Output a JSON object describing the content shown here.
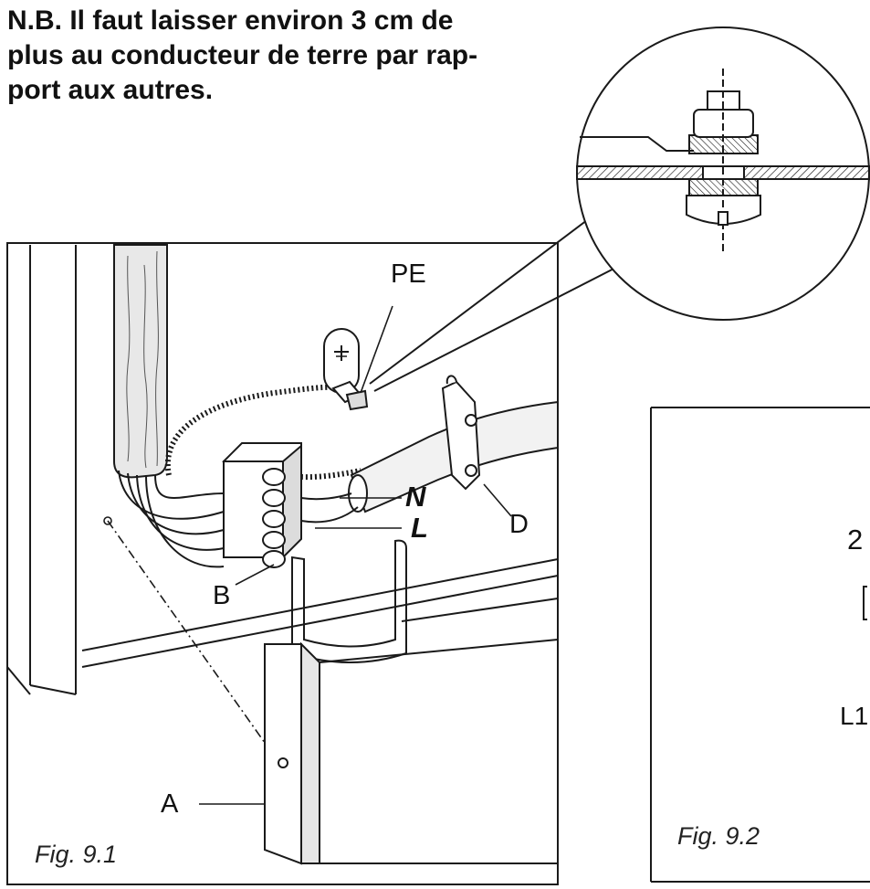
{
  "note": {
    "line1": "N.B. Il faut laisser environ 3 cm de",
    "line2": "plus au conducteur de terre par rap-",
    "line3": "port aux autres."
  },
  "labels": {
    "pe": "PE",
    "n": "N",
    "l": "L",
    "d": "D",
    "b": "B",
    "a": "A",
    "fig2_number": "2",
    "fig2_l1": "L1"
  },
  "captions": {
    "fig1": "Fig. 9.1",
    "fig2": "Fig. 9.2"
  },
  "colors": {
    "line": "#1a1a1a",
    "shade": "#cfcfcf",
    "background": "#ffffff"
  },
  "icons": {
    "earth_symbol": "ground-icon"
  }
}
